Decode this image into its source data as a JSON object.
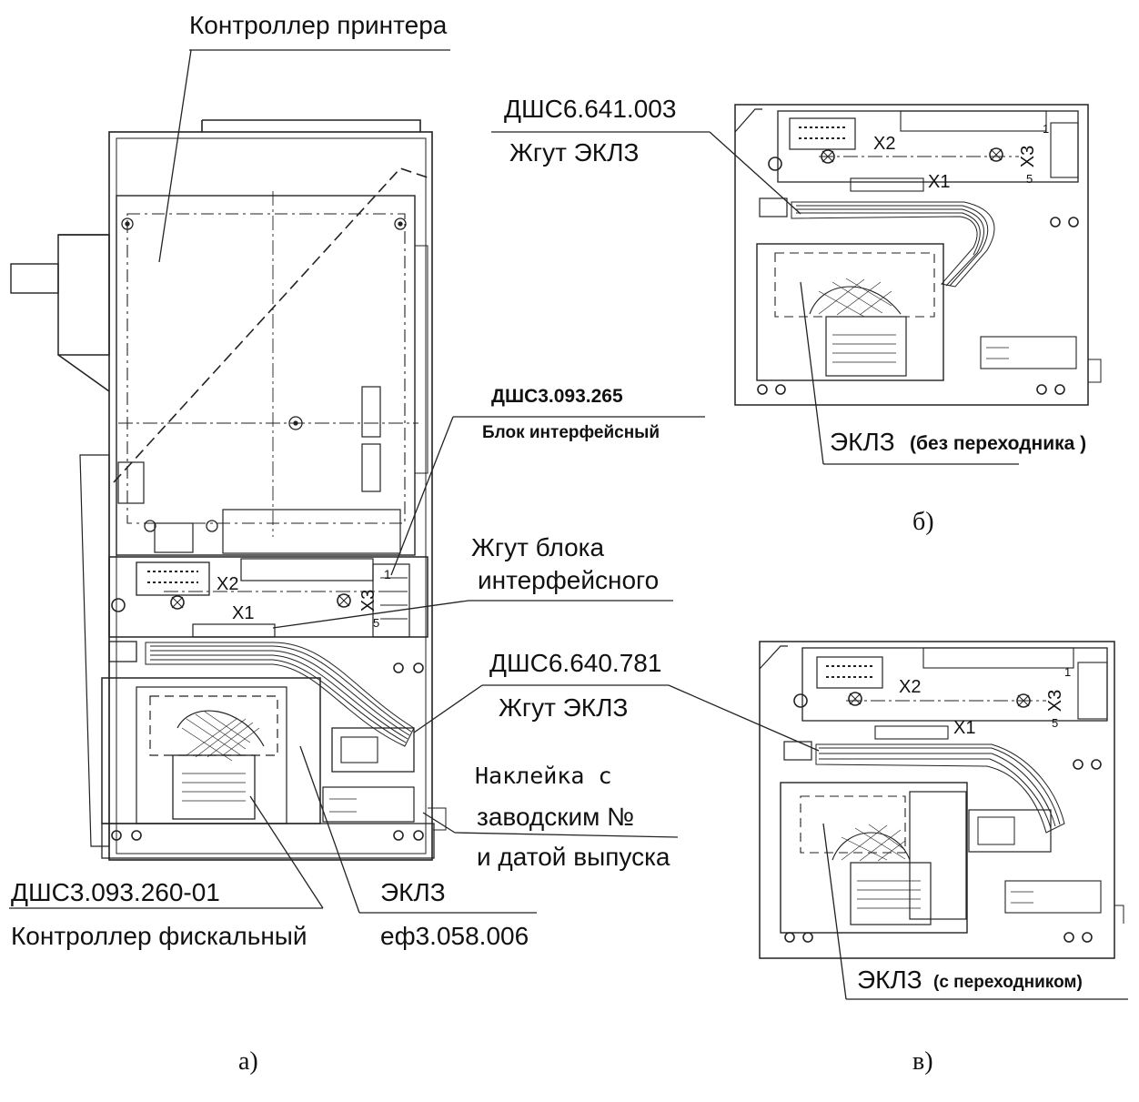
{
  "figure_a": {
    "caption": "а)",
    "labels": {
      "printer_controller": "Контроллер принтера",
      "interface_block_code": "ДШС3.093.265",
      "interface_block_name": "Блок интерфейсный",
      "harness_interface_line1": "Жгут блока",
      "harness_interface_line2": "интерфейсного",
      "eklz_harness_code": "ДШС6.640.781",
      "eklz_harness_name": "Жгут ЭКЛЗ",
      "sticker_line1": "Наклейка с",
      "sticker_line2": "заводским №",
      "sticker_line3": "и датой выпуска",
      "fiscal_code": "ДШС3.093.260-01",
      "fiscal_name": "Контроллер фискальный",
      "eklz_name": "ЭКЛЗ",
      "eklz_code": "еф3.058.006"
    }
  },
  "figure_b": {
    "caption": "б)",
    "labels": {
      "harness_code": "ДШС6.641.003",
      "harness_name": "Жгут ЭКЛЗ",
      "eklz_label": "ЭКЛЗ",
      "eklz_note": "(без переходника )"
    }
  },
  "figure_c": {
    "caption": "в)",
    "labels": {
      "eklz_label": "ЭКЛЗ",
      "eklz_note": "(с переходником)"
    }
  },
  "connector_marks": {
    "x1": "X1",
    "x2": "X2",
    "x3": "X3",
    "pin1": "1",
    "pin5": "5"
  }
}
